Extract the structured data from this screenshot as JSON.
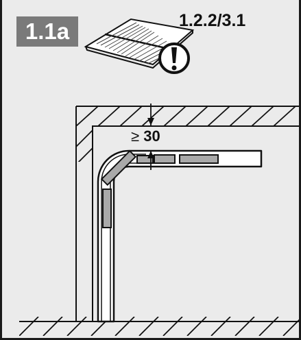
{
  "badge": {
    "label": "1.1a"
  },
  "reference": {
    "label": "1.2.2/3.1"
  },
  "clearance": {
    "symbol": "≥",
    "value": "30"
  },
  "colors": {
    "background": "#ebebeb",
    "badge": "#7a7a7a",
    "track_fill": "#ffffff",
    "panel_fill": "#a9a9a9",
    "line": "#111111"
  },
  "icons": [
    "manual-book-icon",
    "warning-exclamation-icon"
  ]
}
